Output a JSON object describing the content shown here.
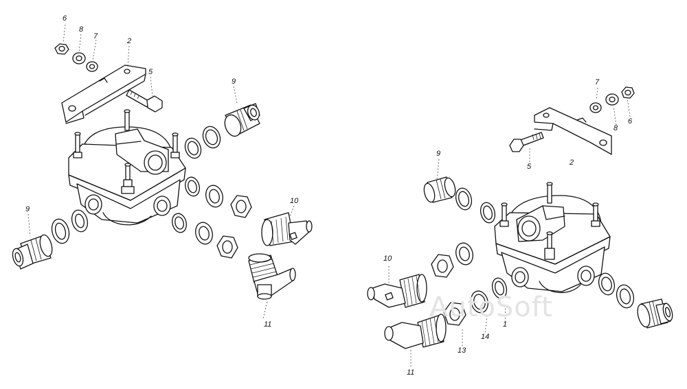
{
  "watermark": "AutoSoft",
  "left_assembly": {
    "callouts": {
      "nut": "6",
      "washer_flat": "8",
      "washer_spring": "7",
      "bracket": "2",
      "bolt": "5",
      "fitting_top": "9",
      "fitting_left": "9",
      "elbow_upper": "10",
      "elbow_lower": "11"
    }
  },
  "right_assembly": {
    "callouts": {
      "washer_spring": "7",
      "washer_flat": "8",
      "nut": "6",
      "bolt": "5",
      "bracket": "2",
      "fitting": "9",
      "elbow_upper": "10",
      "elbow_lower": "11",
      "nut_hex": "13",
      "seal_ring": "14",
      "valve": "1"
    }
  }
}
